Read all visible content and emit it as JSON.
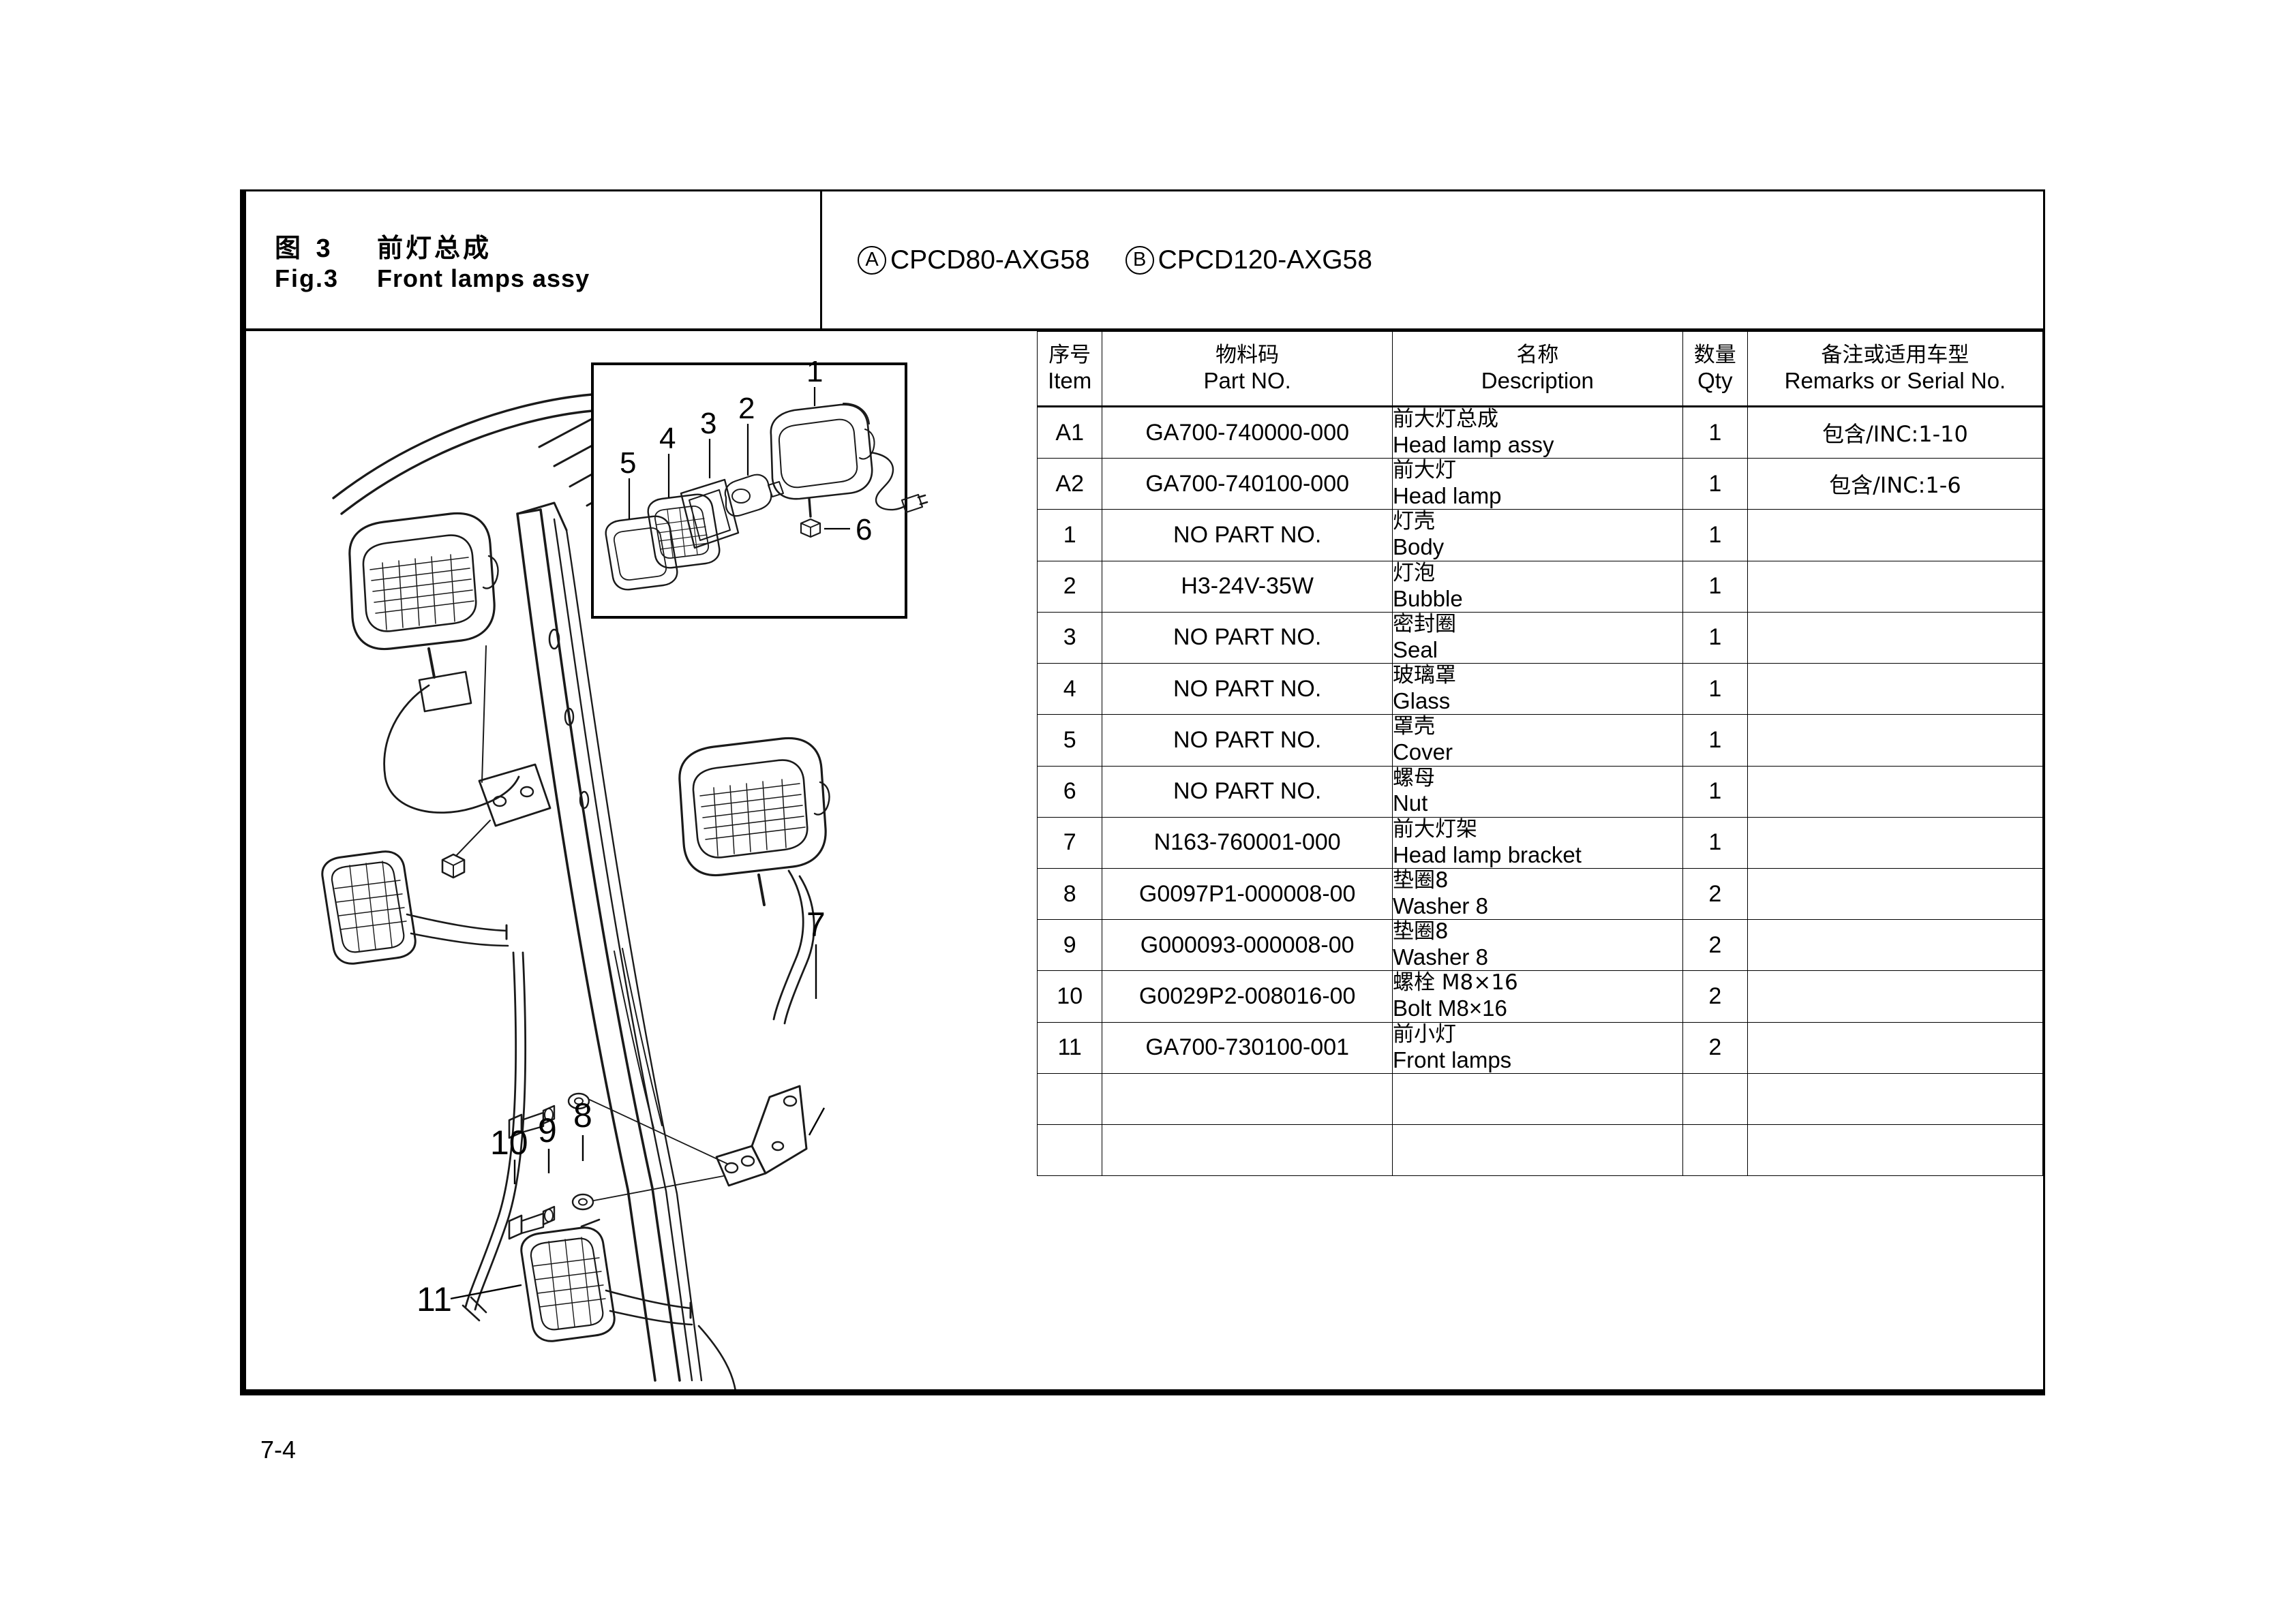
{
  "figure": {
    "cn_label": "图 3",
    "cn_title": "前灯总成",
    "en_label": "Fig.3",
    "en_title": "Front lamps assy"
  },
  "models": [
    {
      "mark": "A",
      "code": "CPCD80-AXG58"
    },
    {
      "mark": "B",
      "code": "CPCD120-AXG58"
    }
  ],
  "table": {
    "headers": [
      {
        "cn": "序号",
        "en": "Item"
      },
      {
        "cn": "物料码",
        "en": "Part NO."
      },
      {
        "cn": "名称",
        "en": "Description"
      },
      {
        "cn": "数量",
        "en": "Qty"
      },
      {
        "cn": "备注或适用车型",
        "en": "Remarks or Serial No."
      }
    ],
    "rows": [
      {
        "item": "A1",
        "part": "GA700-740000-000",
        "cn": "前大灯总成",
        "en": "Head lamp assy",
        "qty": "1",
        "remarks": "包含/INC:1-10"
      },
      {
        "item": "A2",
        "part": "GA700-740100-000",
        "cn": "前大灯",
        "en": "Head lamp",
        "qty": "1",
        "remarks": "包含/INC:1-6"
      },
      {
        "item": "1",
        "part": "NO PART NO.",
        "cn": "灯壳",
        "en": "Body",
        "qty": "1",
        "remarks": ""
      },
      {
        "item": "2",
        "part": "H3-24V-35W",
        "cn": "灯泡",
        "en": "Bubble",
        "qty": "1",
        "remarks": ""
      },
      {
        "item": "3",
        "part": "NO PART NO.",
        "cn": "密封圈",
        "en": "Seal",
        "qty": "1",
        "remarks": ""
      },
      {
        "item": "4",
        "part": "NO PART NO.",
        "cn": "玻璃罩",
        "en": "Glass",
        "qty": "1",
        "remarks": ""
      },
      {
        "item": "5",
        "part": "NO PART NO.",
        "cn": "罩壳",
        "en": "Cover",
        "qty": "1",
        "remarks": ""
      },
      {
        "item": "6",
        "part": "NO PART NO.",
        "cn": "螺母",
        "en": "Nut",
        "qty": "1",
        "remarks": ""
      },
      {
        "item": "7",
        "part": "N163-760001-000",
        "cn": "前大灯架",
        "en": "Head lamp bracket",
        "qty": "1",
        "remarks": ""
      },
      {
        "item": "8",
        "part": "G0097P1-000008-00",
        "cn": "垫圈8",
        "en": "Washer 8",
        "qty": "2",
        "remarks": ""
      },
      {
        "item": "9",
        "part": "G000093-000008-00",
        "cn": "垫圈8",
        "en": "Washer 8",
        "qty": "2",
        "remarks": ""
      },
      {
        "item": "10",
        "part": "G0029P2-008016-00",
        "cn": "螺栓 M8×16",
        "en": "Bolt M8×16",
        "qty": "2",
        "remarks": ""
      },
      {
        "item": "11",
        "part": "GA700-730100-001",
        "cn": "前小灯",
        "en": "Front lamps",
        "qty": "2",
        "remarks": ""
      }
    ],
    "blank_rows": 2
  },
  "drawing": {
    "inset_callouts": [
      "1",
      "2",
      "3",
      "4",
      "5",
      "6"
    ],
    "main_callouts": [
      "7",
      "8",
      "9",
      "10",
      "11"
    ]
  },
  "page_number": "7-4"
}
